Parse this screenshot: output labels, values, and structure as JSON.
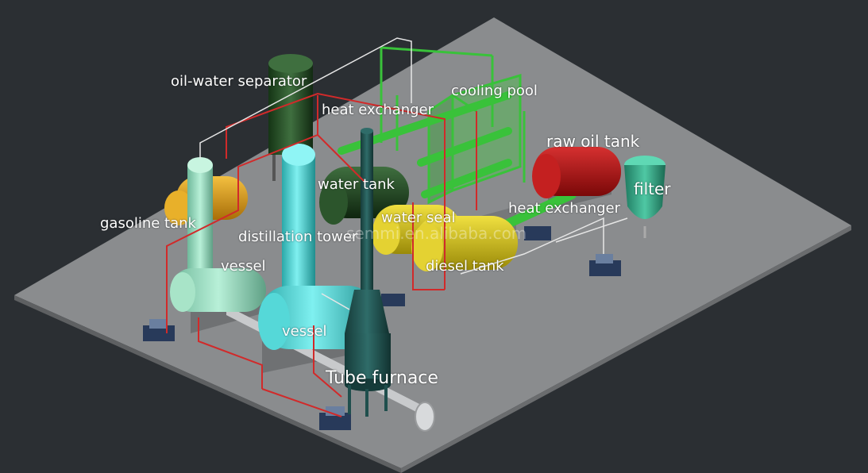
{
  "labels": {
    "oil_water_separator": "oil-water separator",
    "heat_exchanger_top": "heat exchanger",
    "cooling_pool": "cooling pool",
    "raw_oil_tank": "raw oil tank",
    "filter": "filter",
    "water_tank": "water tank",
    "water_seal": "water seal",
    "heat_exchanger_right": "heat exchanger",
    "gasoline_tank": "gasoline tank",
    "distillation_tower": "distillation tower",
    "vessel_left": "vessel",
    "diesel_tank": "diesel tank",
    "vessel_center": "vessel",
    "tube_furnace": "Tube furnace"
  },
  "watermark": "semmi.en.alibaba.com",
  "colors": {
    "background": "#2b2f33",
    "platform": "#8a8c8e",
    "red_pipe": "#d12a2a",
    "green_pipe": "#39c23a",
    "white_pipe": "#e6e6e6",
    "raw_oil_tank": "#b51212",
    "yellow_tank": "#d8c51a",
    "orange_tank": "#e0a320",
    "cyan_tower": "#3fc9c9",
    "dark_green_tank": "#234a23",
    "teal_furnace": "#1f4f4d"
  }
}
